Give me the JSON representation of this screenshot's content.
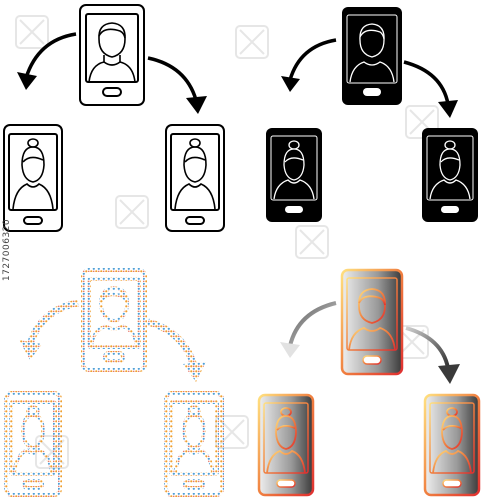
{
  "watermark": {
    "text": "1727006320",
    "color": "#444444",
    "pattern_icon": "x-logo-watermark-icon"
  },
  "colors": {
    "outline": "#000000",
    "solid_fill": "#000000",
    "solid_detail": "#ffffff",
    "dotted_orange": "#f0a030",
    "dotted_blue": "#50a0d8",
    "gradient_gold_light": "#ffd870",
    "gradient_orange": "#f08040",
    "gradient_red": "#e04040",
    "gradient_gray_light": "#dddddd",
    "gradient_gray_dark": "#555555",
    "arrow_gray": "#bbbbbb",
    "arrow_dark": "#444444"
  },
  "variants": [
    {
      "name": "outline",
      "style": "outline-line-art",
      "icons": [
        "smartphone-icon",
        "male-avatar-icon",
        "female-avatar-icon",
        "curved-arrow-icon"
      ]
    },
    {
      "name": "solid",
      "style": "black-silhouette",
      "icons": [
        "smartphone-icon",
        "male-avatar-icon",
        "female-avatar-icon",
        "curved-arrow-icon"
      ]
    },
    {
      "name": "dotted",
      "style": "colored-dot-pattern",
      "icons": [
        "smartphone-icon",
        "male-avatar-icon",
        "female-avatar-icon",
        "curved-arrow-icon"
      ]
    },
    {
      "name": "gradient",
      "style": "gray-gold-gradient",
      "icons": [
        "smartphone-icon",
        "male-avatar-icon",
        "female-avatar-icon",
        "curved-arrow-icon"
      ]
    }
  ]
}
